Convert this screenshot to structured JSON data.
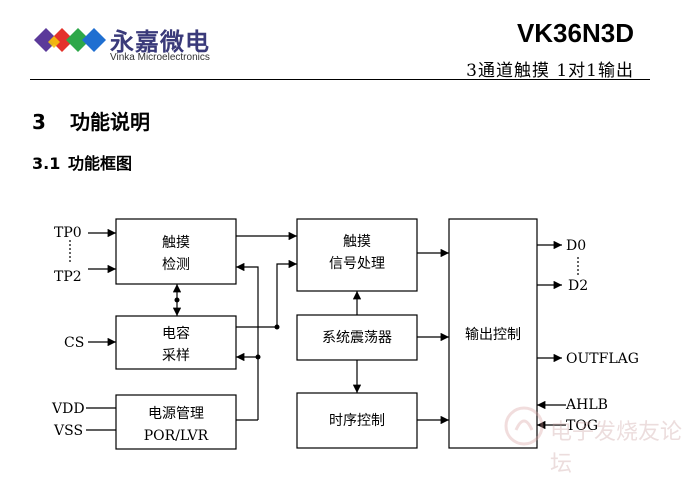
{
  "header": {
    "brand_cn": "永嘉微电",
    "brand_en": "Vinka Microelectronics",
    "model": "VK36N3D",
    "subtitle": "3通道触摸 1对1输出"
  },
  "section": {
    "num": "3",
    "title": "功能说明"
  },
  "subsection": {
    "num": "3.1",
    "title": "功能框图"
  },
  "blocks": {
    "touch_detect": [
      "触摸",
      "检测"
    ],
    "cap_sample": [
      "电容",
      "采样"
    ],
    "power_mgmt": [
      "电源管理",
      "POR/LVR"
    ],
    "touch_signal": [
      "触摸",
      "信号处理"
    ],
    "oscillator": "系统震荡器",
    "timing": "时序控制",
    "output_ctrl": "输出控制"
  },
  "pins": {
    "tp0": "TP0",
    "tp2": "TP2",
    "cs": "CS",
    "vdd": "VDD",
    "vss": "VSS",
    "d0": "D0",
    "d2": "D2",
    "outflag": "OUTFLAG",
    "ahlb": "AHLB",
    "tog": "TOG"
  },
  "watermark": "电子发烧友论坛",
  "colors": {
    "logo_purple": "#5b3a9a",
    "logo_red": "#e4322b",
    "logo_green": "#2ea84a",
    "logo_blue": "#1f6fd1",
    "logo_yellow": "#f4c20d"
  }
}
